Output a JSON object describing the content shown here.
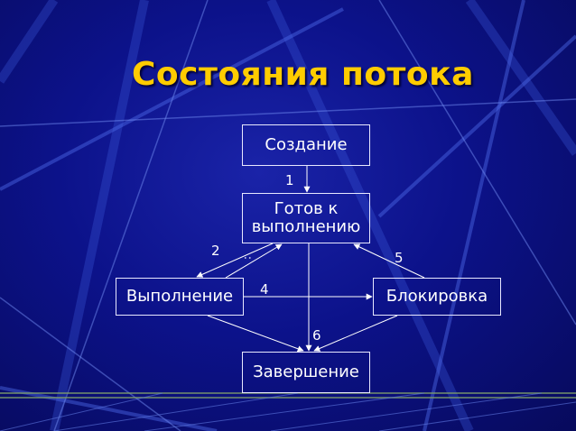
{
  "title": "Состояния потока",
  "states": {
    "create": "Создание",
    "ready": "Готов к\nвыполнению",
    "run": "Выполнение",
    "block": "Блокировка",
    "finish": "Завершение"
  },
  "transitions": {
    "t1": "1",
    "t2": "2",
    "t3": ":",
    "t4": "4",
    "t5": "5",
    "t6": "6"
  },
  "colors": {
    "title": "#ffcc00",
    "background": "#0c128a",
    "lines": "#ffffff"
  }
}
